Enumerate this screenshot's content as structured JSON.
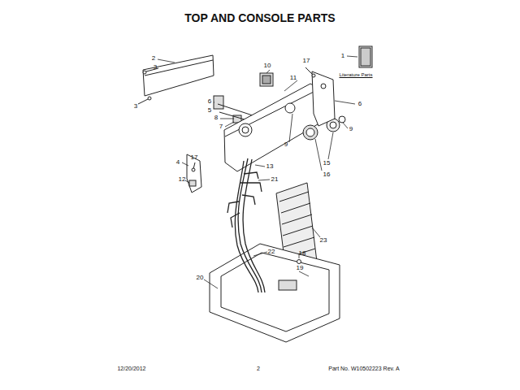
{
  "diagram": {
    "title": "TOP AND CONSOLE PARTS",
    "labels": [
      "1",
      "Literature Parts",
      "2",
      "3",
      "3",
      "10",
      "17",
      "11",
      "6",
      "5",
      "6",
      "8",
      "7",
      "9",
      "9",
      "17",
      "4",
      "15",
      "13",
      "16",
      "21",
      "12",
      "23",
      "22",
      "18",
      "20",
      "19",
      "12/20/2012",
      "2",
      "Part No. W10502223 Rev. A"
    ]
  }
}
